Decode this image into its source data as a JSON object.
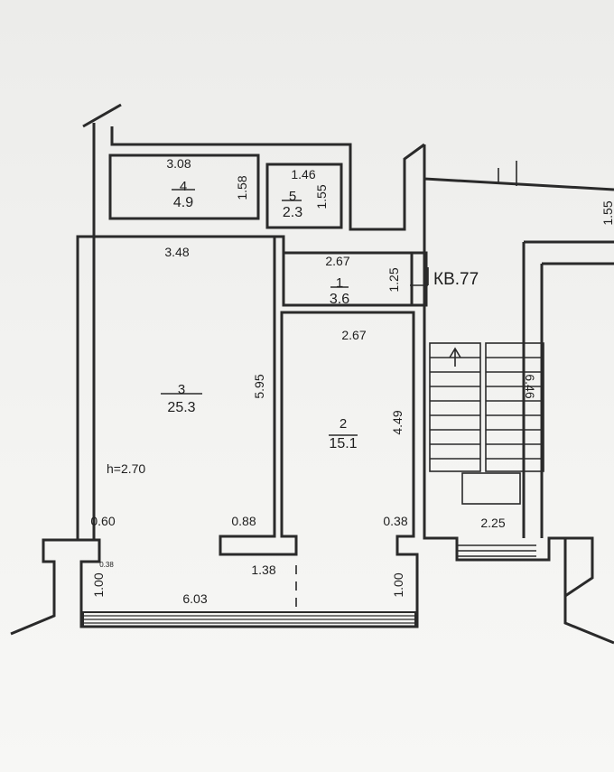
{
  "plan": {
    "apartment_label": "КВ.77",
    "ceiling_height": "h=2.70",
    "rooms": [
      {
        "number": "1",
        "area": "3.6"
      },
      {
        "number": "2",
        "area": "15.1"
      },
      {
        "number": "3",
        "area": "25.3"
      },
      {
        "number": "4",
        "area": "4.9"
      },
      {
        "number": "5",
        "area": "2.3"
      }
    ],
    "dimensions": {
      "room4_width": "3.08",
      "room4_depth": "1.58",
      "room5_width": "1.46",
      "room5_depth": "1.55",
      "room3_width": "3.48",
      "room3_depth": "5.95",
      "room1_width": "2.67",
      "room1_depth": "1.25",
      "room2_width": "2.67",
      "room2_depth": "4.49",
      "stair_depth": "6.46",
      "stair_width": "2.25",
      "top_right": "1.55",
      "pier_left": "0.60",
      "pier_mid": "0.88",
      "pier_right": "0.38",
      "pier_small": "0.38",
      "wall_left": "1.00",
      "wall_right": "1.00",
      "opening_mid": "1.38",
      "overall_width": "6.03"
    }
  }
}
